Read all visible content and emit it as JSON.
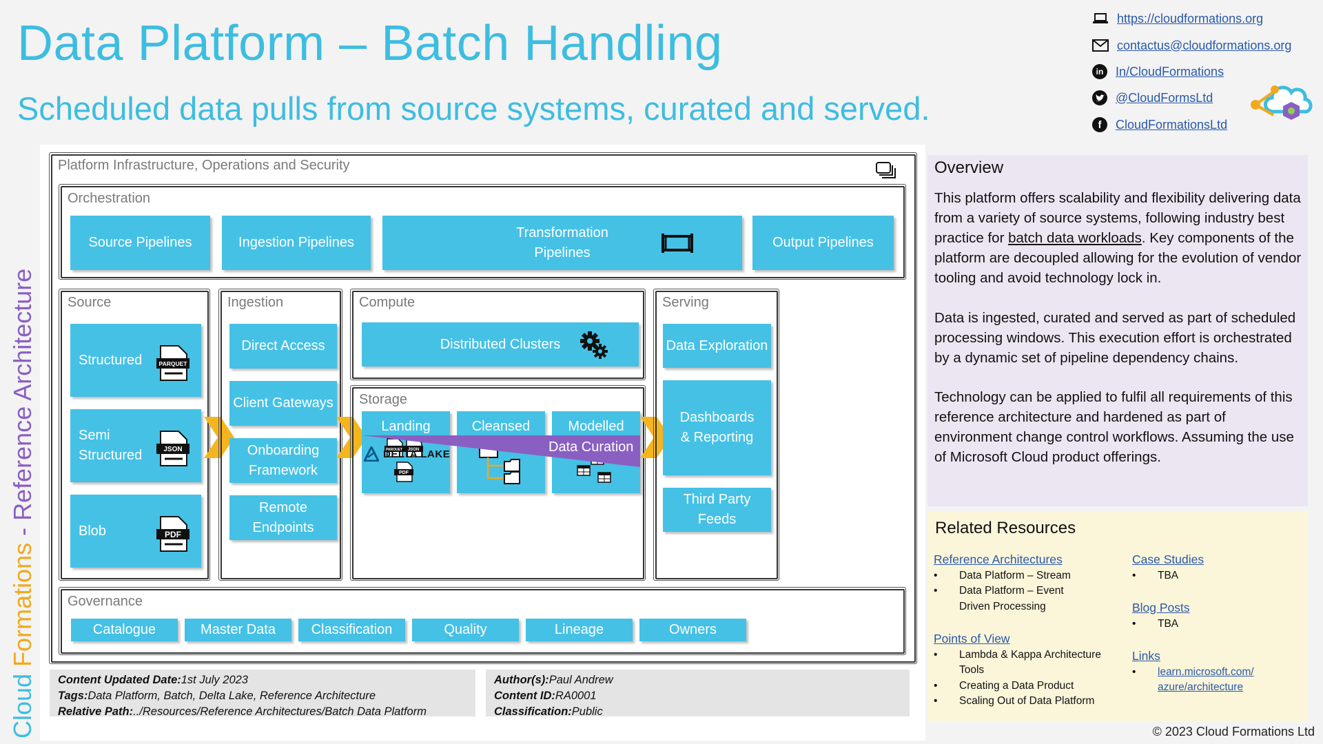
{
  "header": {
    "title": "Data Platform – Batch Handling",
    "subtitle": "Scheduled data pulls from source systems, curated and served."
  },
  "contacts": [
    {
      "icon": "laptop-icon",
      "text": "https://cloudformations.org"
    },
    {
      "icon": "email-icon",
      "text": "contactus@cloudformations.org"
    },
    {
      "icon": "linkedin-icon",
      "text": "In/CloudFormations"
    },
    {
      "icon": "twitter-icon",
      "text": "@CloudFormsLtd"
    },
    {
      "icon": "facebook-icon",
      "text": "CloudFormationsLtd"
    }
  ],
  "sidebar": {
    "part1": "Cloud",
    "part2": "Formations",
    "part3": " - Reference Architecture"
  },
  "diagram": {
    "platform_label": "Platform Infrastructure, Operations and Security",
    "orchestration": {
      "label": "Orchestration",
      "items": [
        "Source Pipelines",
        "Ingestion Pipelines",
        "Transformation Pipelines",
        "Output Pipelines"
      ]
    },
    "source": {
      "label": "Source",
      "items": [
        "Structured",
        "Semi Structured",
        "Blob"
      ],
      "file_tags": [
        "PARQUET",
        "JSON",
        "PDF"
      ]
    },
    "ingestion": {
      "label": "Ingestion",
      "items": [
        "Direct Access",
        "Client Gateways",
        "Onboarding Framework",
        "Remote Endpoints"
      ]
    },
    "compute": {
      "label": "Compute",
      "item": "Distributed Clusters"
    },
    "storage": {
      "label": "Storage",
      "items": [
        "Landing",
        "Cleansed",
        "Modelled"
      ],
      "curation": "Data Curation",
      "delta": "DELTA LAKE"
    },
    "serving": {
      "label": "Serving",
      "items": [
        "Data Exploration",
        "Dashboards & Reporting",
        "Third Party Feeds"
      ]
    },
    "governance": {
      "label": "Governance",
      "items": [
        "Catalogue",
        "Master Data",
        "Classification",
        "Quality",
        "Lineage",
        "Owners"
      ]
    }
  },
  "overview": {
    "title": "Overview",
    "p1a": "This platform offers scalability and flexibility delivering data from a variety of source systems, following industry best practice for ",
    "p1link": "batch data workloads",
    "p1b": ". Key components of the platform are decoupled allowing for the evolution of vendor tooling and avoid technology lock in.",
    "p2": "Data is ingested, curated and served as part of scheduled processing windows. This execution effort is orchestrated by a dynamic set of pipeline dependency chains.",
    "p3": "Technology can be applied to fulfil all requirements of this reference architecture and hardened as part of environment change control workflows. Assuming the use of Microsoft Cloud product offerings."
  },
  "related": {
    "title": "Related Resources",
    "ref_arch": {
      "heading": "Reference Architectures",
      "items": [
        "Data Platform – Stream",
        "Data Platform – Event Driven Processing"
      ]
    },
    "pov": {
      "heading": "Points of View",
      "items": [
        "Lambda & Kappa Architecture Tools",
        "Creating a Data Product",
        "Scaling Out of Data Platform"
      ]
    },
    "case": {
      "heading": "Case Studies",
      "items": [
        "TBA"
      ]
    },
    "blog": {
      "heading": "Blog Posts",
      "items": [
        "TBA"
      ]
    },
    "links": {
      "heading": "Links",
      "items": [
        "learn.microsoft.com/ azure/architecture"
      ]
    }
  },
  "meta": {
    "updated_label": "Content Updated Date:",
    "updated_value": "1st July 2023",
    "tags_label": "Tags:",
    "tags_value": "Data Platform, Batch, Delta Lake, Reference Architecture",
    "path_label": "Relative Path:",
    "path_value": "../Resources/Reference Architectures/Batch Data Platform",
    "author_label": "Author(s):",
    "author_value": "Paul Andrew",
    "id_label": "Content ID:",
    "id_value": "RA0001",
    "class_label": "Classification:",
    "class_value": "Public"
  },
  "copyright": "© 2023 Cloud Formations Ltd",
  "colors": {
    "accent": "#45c1e5",
    "chevron": "#f5b51e",
    "curation": "#8a5fc2"
  }
}
